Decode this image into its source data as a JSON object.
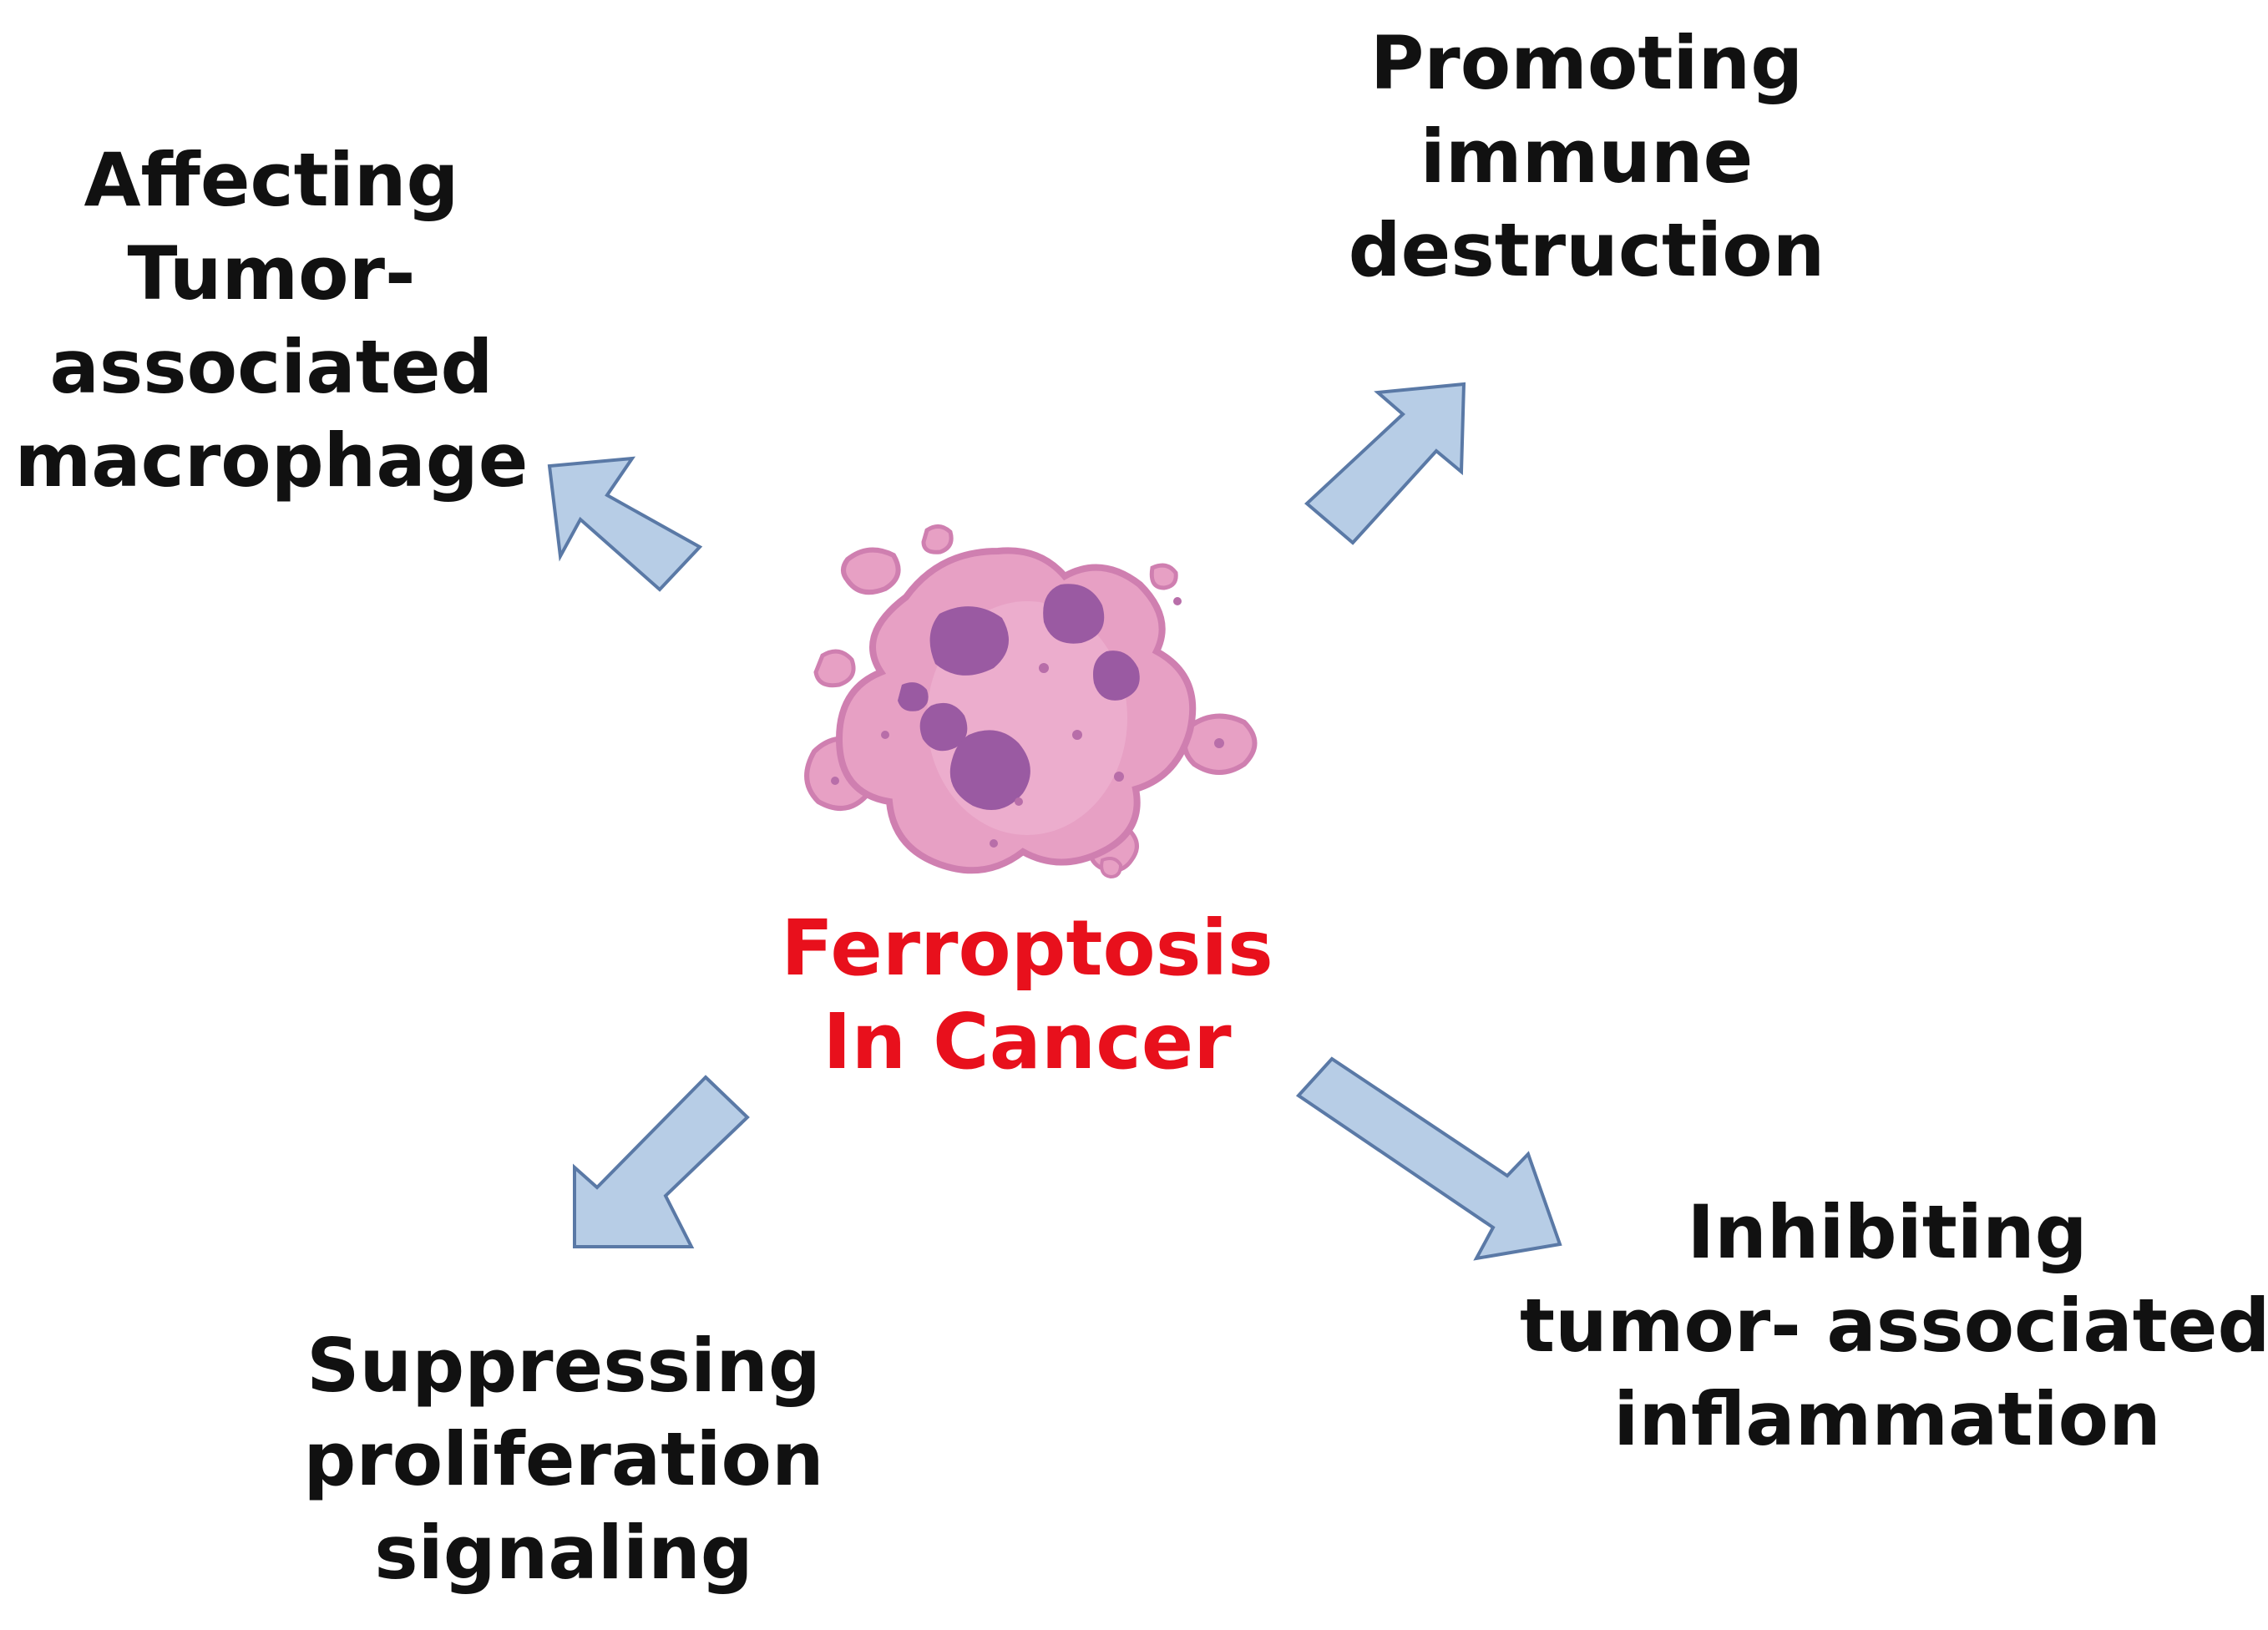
{
  "center": {
    "line1": "Ferroptosis",
    "line2": "In Cancer",
    "color": "#e8101c"
  },
  "outcomes": {
    "top_left": [
      "Affecting",
      "Tumor-",
      "associated",
      "macrophage"
    ],
    "top_right": [
      "Promoting",
      "immune",
      "destruction"
    ],
    "bottom_left": [
      "Suppressing",
      "proliferation",
      "signaling"
    ],
    "bottom_right": [
      "Inhibiting",
      "tumor- associated",
      "inflammation"
    ]
  },
  "colors": {
    "arrow_fill": "#b7cde6",
    "arrow_stroke": "#5a79a6",
    "cell_body": "#e7a0c4",
    "cell_outline": "#cf7fb0",
    "nucleus": "#9a5aa2",
    "text": "#111111"
  },
  "icons": {
    "center": "dying-cancer-cell-icon",
    "arrows": "block-arrow-icon"
  }
}
